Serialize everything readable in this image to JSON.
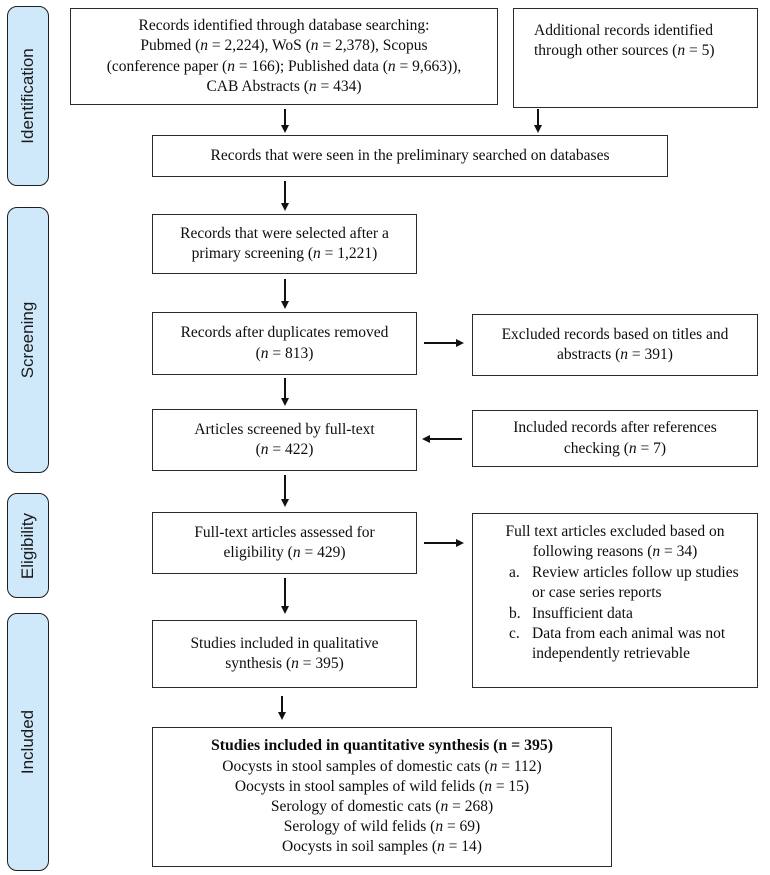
{
  "colors": {
    "stage_fill": "#cfe9fb",
    "box_border": "#2b2b2b",
    "arrow": "#111111"
  },
  "sidebar": {
    "stages": [
      {
        "label": "Identification"
      },
      {
        "label": "Screening"
      },
      {
        "label": "Eligibility"
      },
      {
        "label": "Included"
      }
    ]
  },
  "flow": {
    "db_search": {
      "lines": [
        "Records identified through database searching:",
        "Pubmed (n = 2,224), WoS (n = 2,378), Scopus",
        "(conference paper (n = 166); Published data (n = 9,663)),",
        "CAB Abstracts (n = 434)"
      ]
    },
    "additional": {
      "lines": [
        "Additional records identified",
        "through other sources (n = 5)"
      ]
    },
    "preliminary": {
      "lines": [
        "Records that were seen in the preliminary searched on databases"
      ]
    },
    "primary": {
      "lines": [
        "Records that were selected after a",
        "primary screening (n = 1,221)"
      ]
    },
    "duplicates": {
      "lines": [
        "Records after duplicates removed",
        "(n = 813)"
      ]
    },
    "excluded_titles": {
      "lines": [
        "Excluded records based on titles and",
        "abstracts (n = 391)"
      ]
    },
    "fulltext_screen": {
      "lines": [
        "Articles screened by full-text",
        "(n = 422)"
      ]
    },
    "included_refs": {
      "lines": [
        "Included records after references",
        "checking (n = 7)"
      ]
    },
    "eligibility_box": {
      "lines": [
        "Full-text articles assessed for",
        "eligibility (n = 429)"
      ]
    },
    "fulltext_excluded": {
      "lines": [
        "Full text articles excluded based on",
        "following reasons (n = 34)"
      ],
      "reasons": [
        {
          "marker": "a.",
          "text": "Review articles follow up studies or case series reports"
        },
        {
          "marker": "b.",
          "text": "Insufficient data"
        },
        {
          "marker": "c.",
          "text": "Data from each animal was not independently retrievable"
        }
      ]
    },
    "qualitative": {
      "lines": [
        "Studies included in qualitative",
        "synthesis (n = 395)"
      ]
    },
    "quantitative": {
      "title": "Studies included in quantitative synthesis (n = 395)",
      "lines": [
        "Oocysts in stool samples of domestic cats (n = 112)",
        "Oocysts in stool samples of wild felids (n = 15)",
        "Serology of domestic cats (n = 268)",
        "Serology of wild felids (n = 69)",
        "Oocysts in soil samples (n = 14)"
      ]
    }
  }
}
